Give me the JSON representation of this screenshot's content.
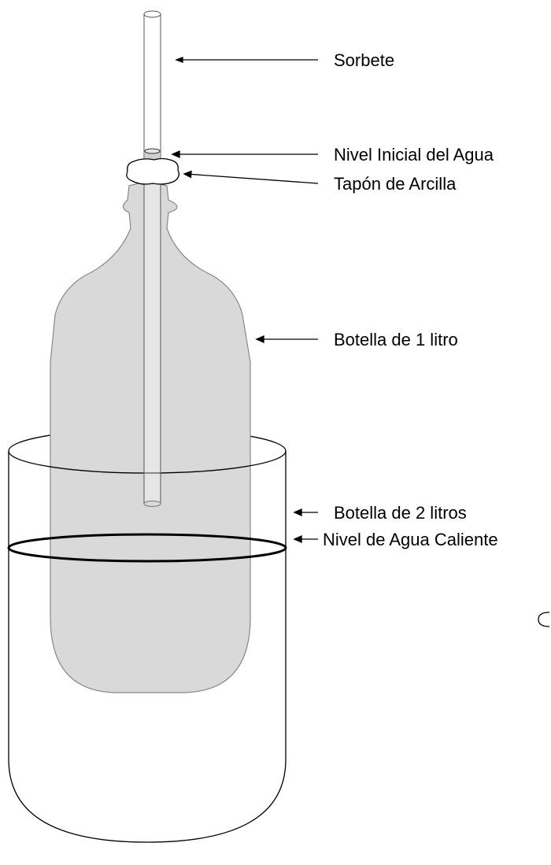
{
  "labels": {
    "straw": "Sorbete",
    "initial_water_level": "Nivel Inicial del Agua",
    "clay_plug": "Tapón de Arcilla",
    "bottle_1l": "Botella de 1 litro",
    "bottle_2l": "Botella de 2 litros",
    "hot_water_level": "Nivel de Agua Caliente"
  },
  "colors": {
    "bottle_fill": "#d9d9d9",
    "bottle_stroke": "#888888",
    "outline": "#000000",
    "straw_fill": "#ffffff",
    "background": "#ffffff"
  }
}
